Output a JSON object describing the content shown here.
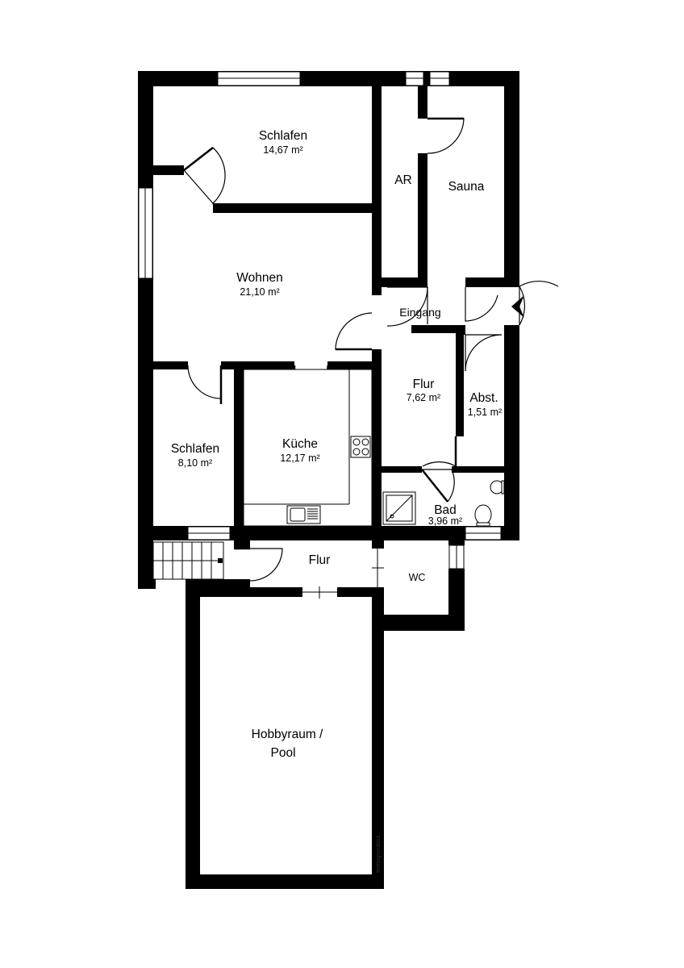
{
  "rooms": {
    "schlafen1": {
      "name": "Schlafen",
      "area": "14,67 m²"
    },
    "ar": {
      "name": "AR"
    },
    "sauna": {
      "name": "Sauna"
    },
    "wohnen": {
      "name": "Wohnen",
      "area": "21,10 m²"
    },
    "eingang": {
      "name": "Eingang"
    },
    "flur1": {
      "name": "Flur",
      "area": "7,62 m²"
    },
    "abst": {
      "name": "Abst.",
      "area": "1,51 m²"
    },
    "schlafen2": {
      "name": "Schlafen",
      "area": "8,10 m²"
    },
    "kueche": {
      "name": "Küche",
      "area": "12,17 m²"
    },
    "bad": {
      "name": "Bad",
      "area": "3,96 m²"
    },
    "flur2": {
      "name": "Flur"
    },
    "wc": {
      "name": "WC"
    },
    "hobby": {
      "line1": "Hobbyraum /",
      "line2": "Pool"
    }
  },
  "watermark": "Immogrundriss",
  "colors": {
    "wall": "#000000",
    "background": "#ffffff"
  }
}
